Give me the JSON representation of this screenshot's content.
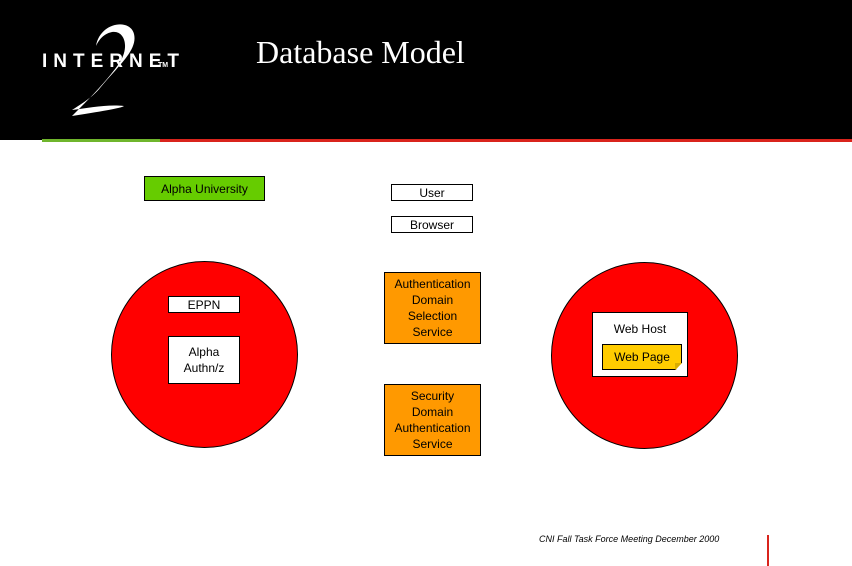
{
  "header": {
    "logo_text": "INTERNET",
    "logo_trademark": "TM",
    "title": "Database Model",
    "colors": {
      "background": "#000000",
      "accent_green": "#6fb52c",
      "accent_red": "#d9241c"
    }
  },
  "diagram": {
    "alpha_university": "Alpha University",
    "user": "User",
    "browser": "Browser",
    "adss": [
      "Authentication",
      "Domain",
      "Selection",
      "Service"
    ],
    "sdas": [
      "Security",
      "Domain",
      "Authentication",
      "Service"
    ],
    "left_site": {
      "eppn": "EPPN",
      "authnz": [
        "Alpha",
        "Authn/z"
      ]
    },
    "right_site": {
      "web_host": "Web Host",
      "web_page": "Web Page"
    },
    "colors": {
      "site_circle": "#ff0000",
      "service_box": "#ff9900",
      "university_box": "#66cc00",
      "web_page": "#ffcc00"
    }
  },
  "footer": {
    "text": "CNI Fall Task Force Meeting December 2000"
  }
}
